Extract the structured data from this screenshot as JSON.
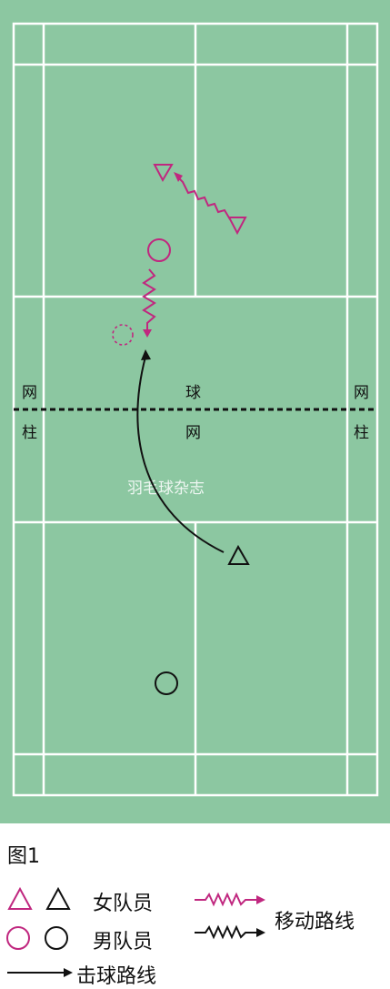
{
  "court": {
    "background_color": "#8cc7a1",
    "line_color": "#ffffff",
    "net_left_post": [
      "网",
      "柱"
    ],
    "net_right_post": [
      "网",
      "柱"
    ],
    "net_center": [
      "球",
      "网"
    ],
    "watermark": "羽毛球杂志"
  },
  "players": [
    {
      "kind": "female-player",
      "team": "magenta",
      "state": "start",
      "label": ""
    },
    {
      "kind": "female-player",
      "team": "magenta",
      "state": "end",
      "label": ""
    },
    {
      "kind": "male-player",
      "team": "magenta",
      "state": "start",
      "label": ""
    },
    {
      "kind": "male-player",
      "team": "magenta",
      "state": "end-dashed",
      "label": ""
    },
    {
      "kind": "female-player",
      "team": "black",
      "state": "hitter",
      "label": ""
    },
    {
      "kind": "male-player",
      "team": "black",
      "state": "static",
      "label": ""
    }
  ],
  "colors": {
    "team_a": "#c0277f",
    "team_b": "#111111"
  },
  "legend": {
    "figure_label": "图1",
    "female_label": "女队员",
    "male_label": "男队员",
    "move_label": "移动路线",
    "hit_label": "击球路线"
  }
}
